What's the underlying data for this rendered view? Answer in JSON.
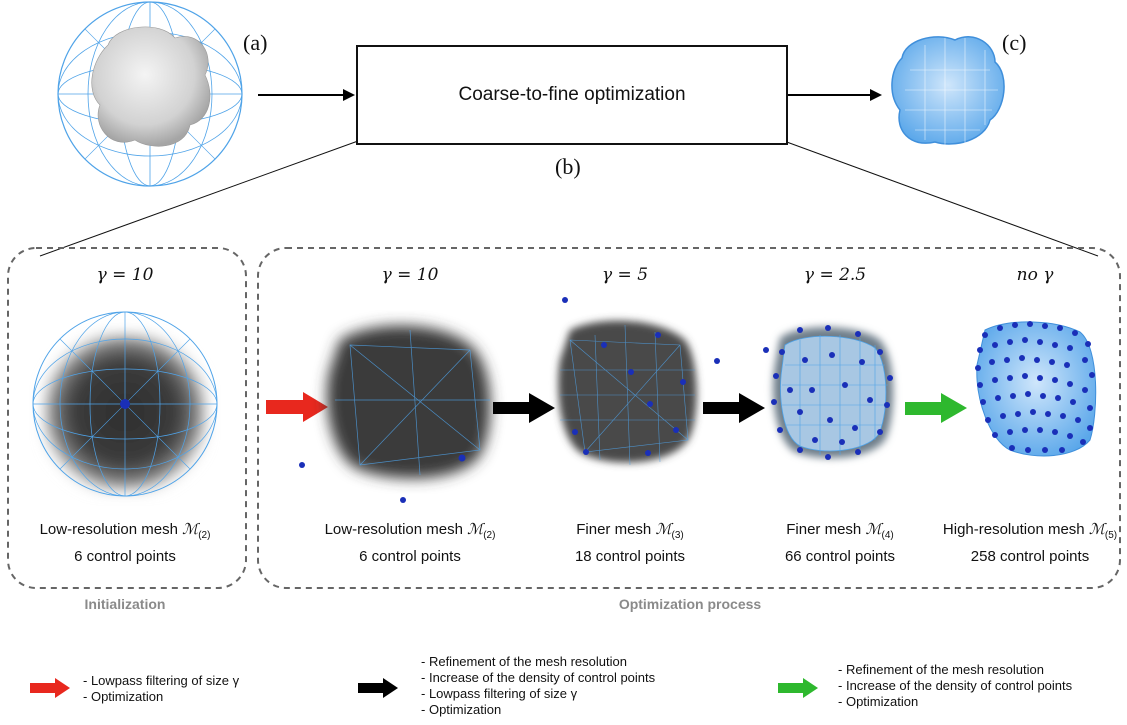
{
  "labels": {
    "a": "(a)",
    "b": "(b)",
    "c": "(c)"
  },
  "main_box": "Coarse-to-fine optimization",
  "panels": [
    {
      "gamma": "γ = 10",
      "caption_line1": "Low-resolution mesh",
      "mesh": "ℳ",
      "sub": "(2)",
      "caption_line2": "6 control points"
    },
    {
      "gamma": "γ = 10",
      "caption_line1": "Low-resolution mesh",
      "mesh": "ℳ",
      "sub": "(2)",
      "caption_line2": "6 control points"
    },
    {
      "gamma": "γ = 5",
      "caption_line1": "Finer mesh",
      "mesh": "ℳ",
      "sub": "(3)",
      "caption_line2": "18 control points"
    },
    {
      "gamma": "γ = 2.5",
      "caption_line1": "Finer mesh",
      "mesh": "ℳ",
      "sub": "(4)",
      "caption_line2": "66 control points"
    },
    {
      "gamma": "no γ",
      "caption_line1": "High-resolution mesh",
      "mesh": "ℳ",
      "sub": "(5)",
      "caption_line2": "258 control points"
    }
  ],
  "stage_titles": {
    "init": "Initialization",
    "opt": "Optimization process"
  },
  "legend": {
    "red": [
      "Lowpass filtering of size γ",
      "Optimization"
    ],
    "black": [
      "Refinement of the mesh resolution",
      "Increase of the density of control points",
      "Lowpass filtering of size γ",
      "Optimization"
    ],
    "green": [
      "Refinement of the mesh resolution",
      "Increase of the density of control points",
      "Optimization"
    ]
  },
  "colors": {
    "red_arrow": "#e8281e",
    "black_arrow": "#000000",
    "green_arrow": "#2eb82e",
    "mesh_blue": "#4fa3e8",
    "point_blue": "#1a2fb8",
    "dashed": "#666666"
  }
}
